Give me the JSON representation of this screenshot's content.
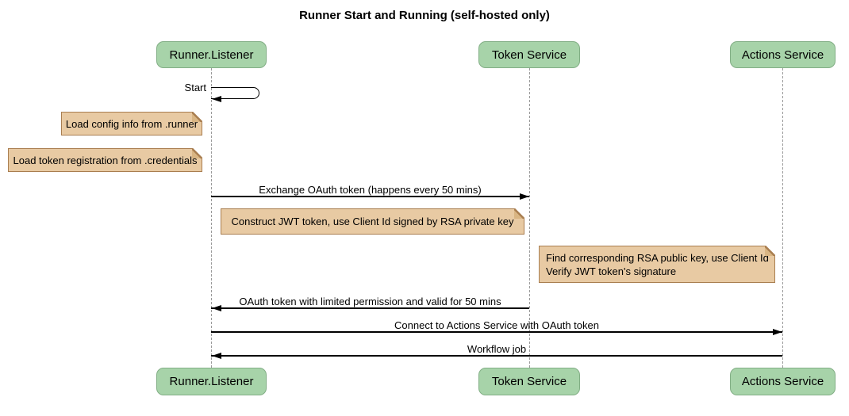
{
  "diagram": {
    "type": "sequence-diagram",
    "title": "Runner Start and Running (self-hosted only)"
  },
  "actors": [
    {
      "name": "Runner.Listener"
    },
    {
      "name": "Token Service"
    },
    {
      "name": "Actions Service"
    }
  ],
  "messages": [
    {
      "label": "Start",
      "from": "Runner.Listener",
      "to": "Runner.Listener",
      "style": "self"
    },
    {
      "label": "Exchange OAuth token (happens every 50 mins)",
      "from": "Runner.Listener",
      "to": "Token Service",
      "style": "solid"
    },
    {
      "label": "OAuth token with limited permission and valid for 50 mins",
      "from": "Token Service",
      "to": "Runner.Listener",
      "style": "solid"
    },
    {
      "label": "Connect to Actions Service with OAuth token",
      "from": "Runner.Listener",
      "to": "Actions Service",
      "style": "solid"
    },
    {
      "label": "Workflow job",
      "from": "Actions Service",
      "to": "Runner.Listener",
      "style": "solid"
    }
  ],
  "notes": [
    {
      "text": "Load config info from .runner"
    },
    {
      "text": "Load token registration from .credentials"
    },
    {
      "text": "Construct JWT token, use Client Id signed by RSA private key"
    },
    {
      "line1": "Find corresponding RSA public key, use Client Id",
      "line2": "Verify JWT token's signature"
    }
  ],
  "colors": {
    "background": "#ffffff",
    "actor_fill": "#a7d3a9",
    "actor_border": "#82ae85",
    "note_fill": "#e8caa3",
    "note_border": "#a97e50",
    "lifeline": "#999999",
    "message_line": "#000000",
    "text": "#000000"
  }
}
